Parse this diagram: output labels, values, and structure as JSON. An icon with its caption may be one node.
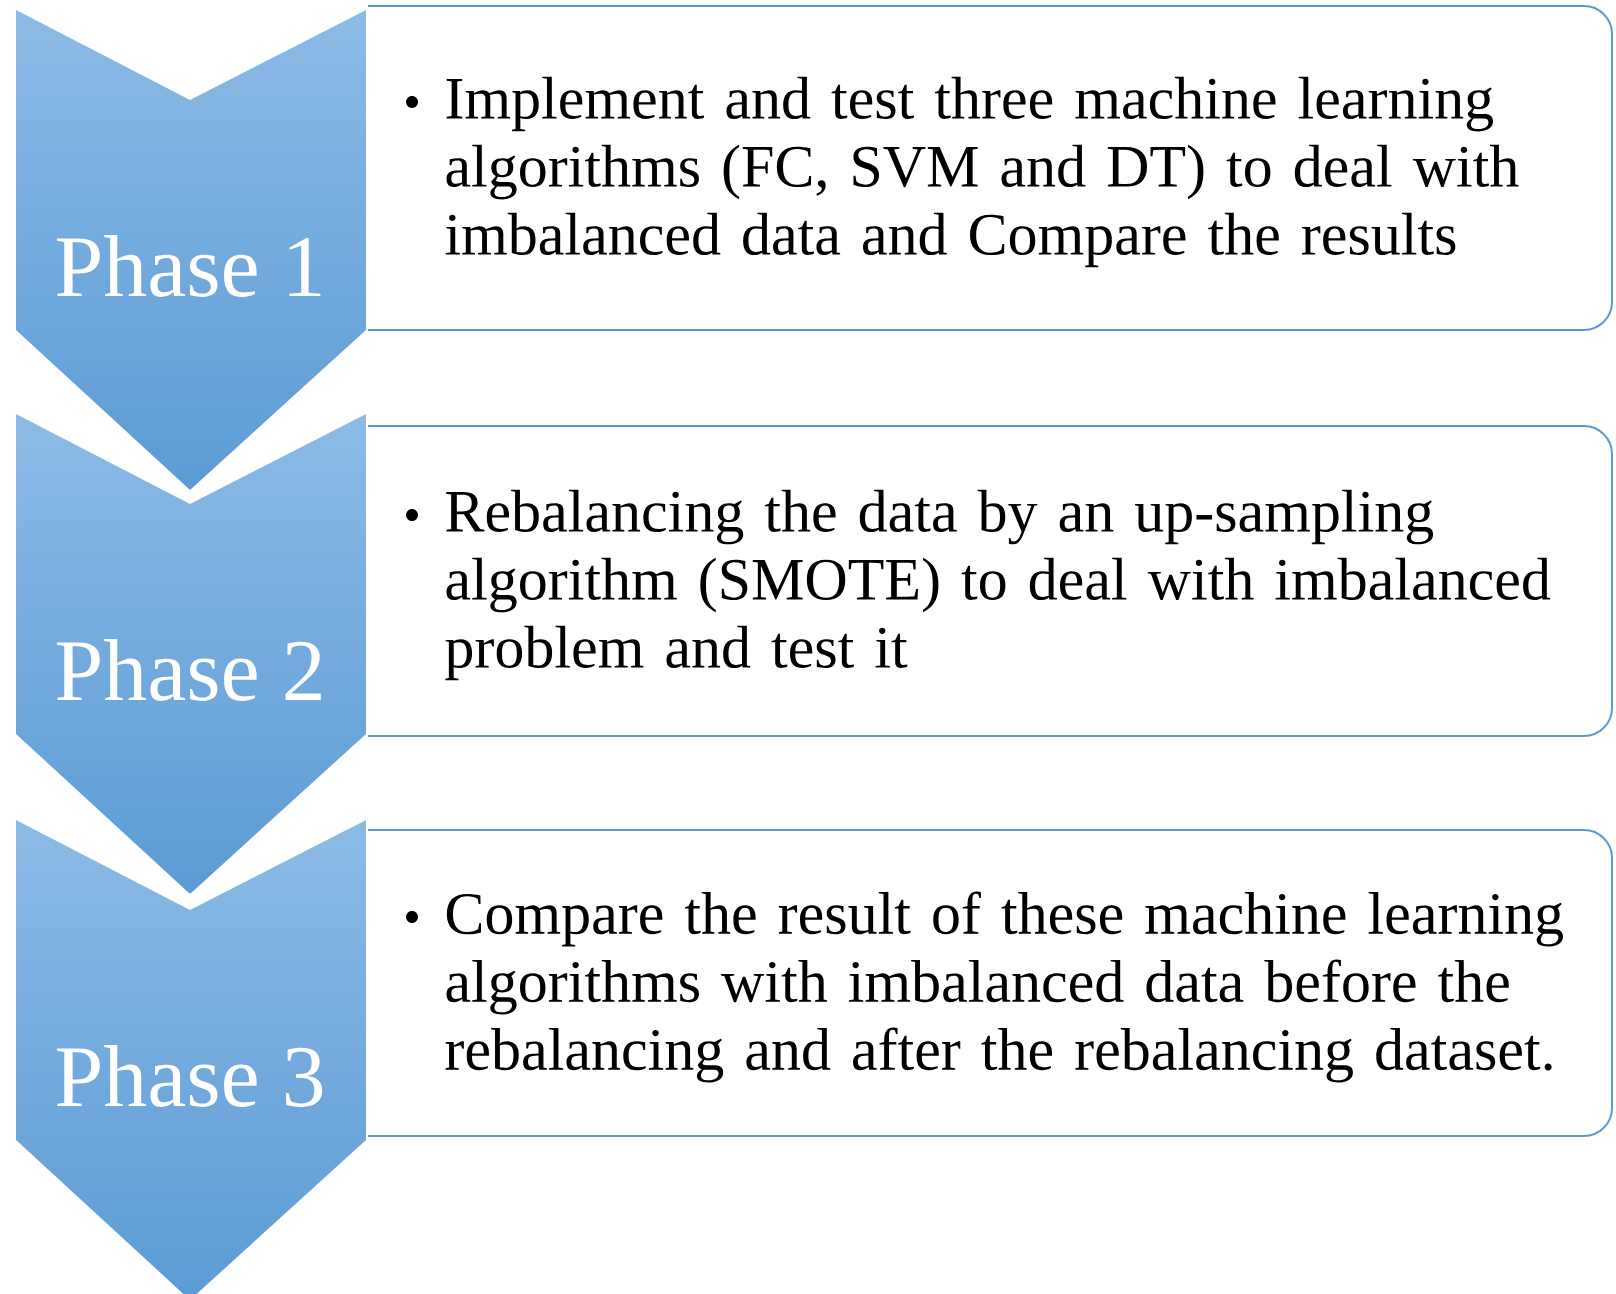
{
  "diagram": {
    "nodes": [
      {
        "text": [
          "Phase 1"
        ]
      },
      {
        "text": [
          "Implement and test three machine learning algorithms (FC, SVM and DT) to deal with imbalanced data and Compare the results"
        ]
      },
      {
        "text": [
          "Phase 2"
        ]
      },
      {
        "text": [
          "Rebalancing the data by an up-sampling algorithm (SMOTE) to deal with imbalanced problem and test it"
        ]
      },
      {
        "text": [
          "Phase 3"
        ]
      },
      {
        "text": [
          "Compare the result of these machine learning algorithms with imbalanced data before the rebalancing and after the rebalancing dataset."
        ]
      }
    ]
  }
}
